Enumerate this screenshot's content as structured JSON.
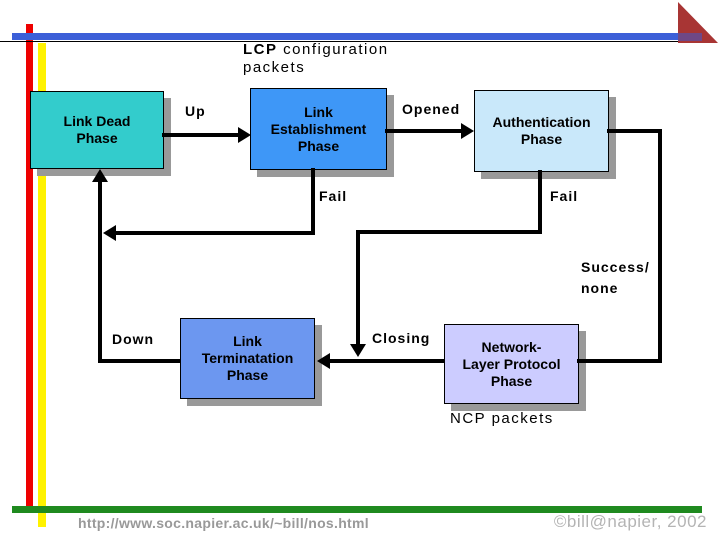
{
  "title": {
    "lcp": "LCP",
    "line1": "configuration",
    "line2": "packets"
  },
  "boxes": {
    "link_dead": {
      "line1": "Link Dead",
      "line2": "Phase"
    },
    "link_establishment": {
      "line1": "Link",
      "line2": "Establishment",
      "line3": "Phase"
    },
    "authentication": {
      "line1": "Authentication",
      "line2": "Phase"
    },
    "link_termination": {
      "line1": "Link",
      "line2": "Terminatation",
      "line3": "Phase"
    },
    "network_layer": {
      "line1": "Network-",
      "line2": "Layer Protocol",
      "line3": "Phase"
    }
  },
  "transitions": {
    "up": "Up",
    "opened": "Opened",
    "fail_establishment": "Fail",
    "fail_authentication": "Fail",
    "success_line1": "Success/",
    "success_line2": "none",
    "down": "Down",
    "closing": "Closing"
  },
  "annotations": {
    "ncp": "NCP",
    "ncp_rest": "packets"
  },
  "footer": {
    "url": "http://www.soc.napier.ac.uk/~bill/nos.html",
    "copyright": "©bill@napier, 2002"
  },
  "colors": {
    "top_bar": "#3C5FD8",
    "corner_triangle": "#A83534",
    "overlap_purple": "#6F4886",
    "stripe_red": "#EE0000",
    "stripe_yellow": "#FFF200",
    "bottom_bar": "#1F8A1F",
    "box_link_dead": "#33CCCC",
    "box_link_establishment": "#3E97F7",
    "box_authentication": "#C9E8FA",
    "box_link_termination": "#6C97F0",
    "box_network_layer": "#CCCCFF",
    "footer_url_gray": "#999999",
    "footer_copy_gray": "#B4B4B4"
  }
}
